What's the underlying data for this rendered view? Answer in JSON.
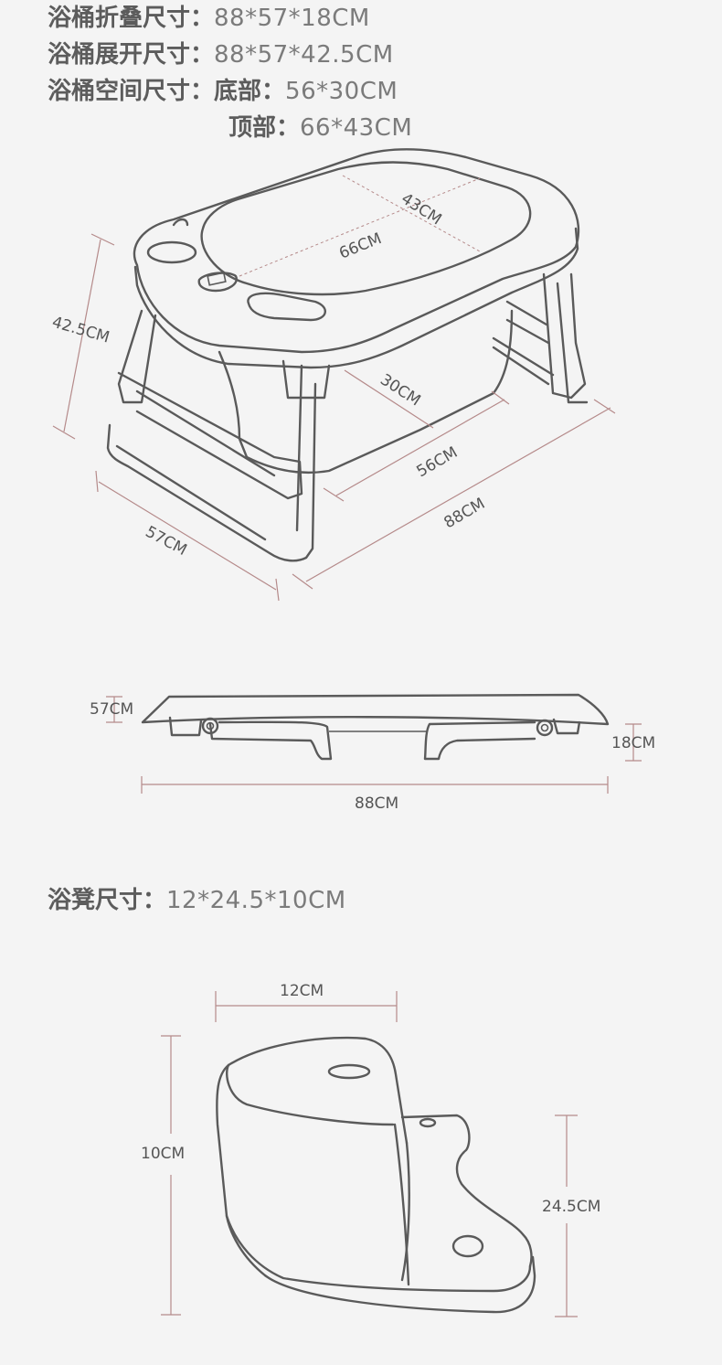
{
  "specs": {
    "folded": {
      "label": "浴桶折叠尺寸：",
      "value": "88*57*18CM"
    },
    "unfolded": {
      "label": "浴桶展开尺寸：",
      "value": "88*57*42.5CM"
    },
    "space_bottom": {
      "label": "浴桶空间尺寸：",
      "sub": "底部：",
      "value": "56*30CM"
    },
    "space_top": {
      "sub": "顶部：",
      "value": "66*43CM"
    },
    "stool": {
      "label": "浴凳尺寸：",
      "value": "12*24.5*10CM"
    }
  },
  "tub_dims": {
    "top_width": "43CM",
    "top_length": "66CM",
    "height": "42.5CM",
    "bottom_width": "30CM",
    "bottom_length": "56CM",
    "total_length": "88CM",
    "total_width": "57CM"
  },
  "folded_dims": {
    "width": "57CM",
    "height": "18CM",
    "length": "88CM"
  },
  "stool_dims": {
    "width": "12CM",
    "height": "10CM",
    "length": "24.5CM"
  },
  "colors": {
    "line": "#5a5a5a",
    "dimension": "#b58a8a",
    "background": "#f4f4f4"
  }
}
